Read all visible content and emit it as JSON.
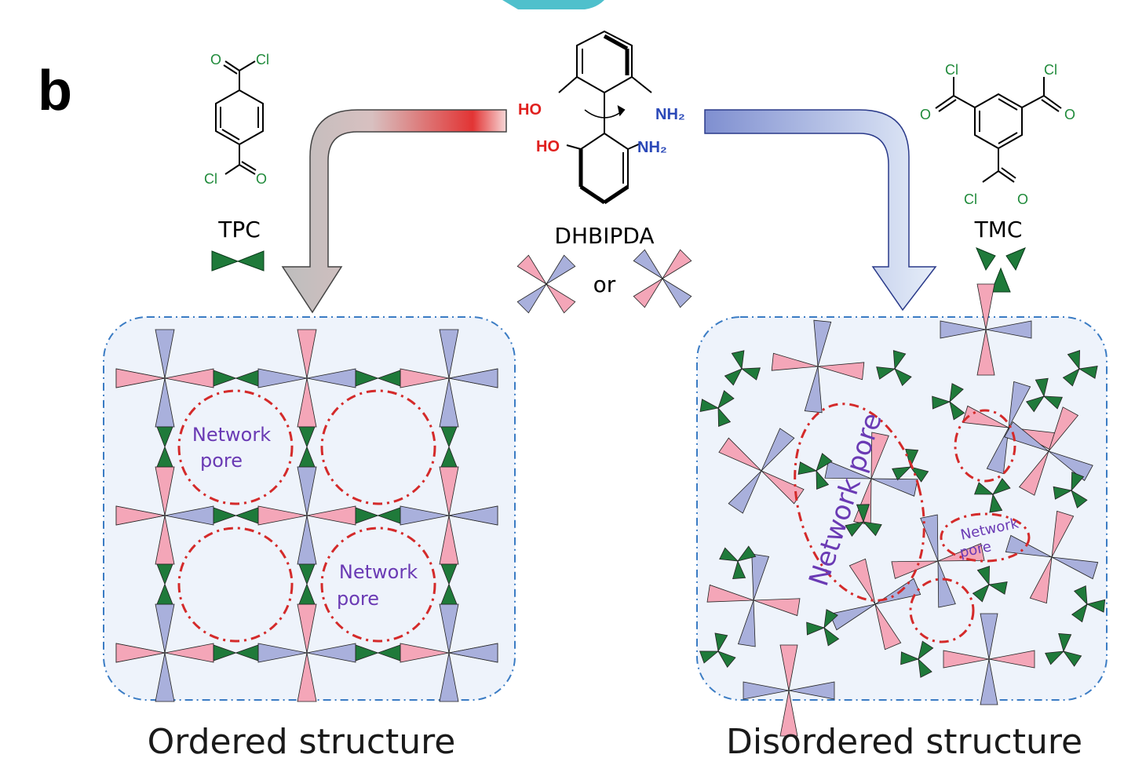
{
  "panel_label": "b",
  "top_center": {
    "ho_top": "HO",
    "nh2_top": "NH₂",
    "ho_bottom": "HO",
    "nh2_bottom": "NH₂",
    "name": "DHBIPDA",
    "or": "or"
  },
  "left_monomer": {
    "cl_top": "Cl",
    "o_top": "O",
    "cl_bottom": "Cl",
    "o_bottom": "O",
    "name": "TPC"
  },
  "right_monomer": {
    "cl_left": "Cl",
    "cl_right": "Cl",
    "o_left": "O",
    "o_right": "O",
    "cl_bottom": "Cl",
    "o_bottom": "O",
    "name": "TMC"
  },
  "ordered": {
    "pore_label_1a": "Network",
    "pore_label_1b": "pore",
    "pore_label_2a": "Network",
    "pore_label_2b": "pore",
    "caption": "Ordered structure"
  },
  "disordered": {
    "pore_label_big": "Network pore",
    "pore_label_small_a": "Network",
    "pore_label_small_b": "pore",
    "caption": "Disordered structure"
  },
  "colors": {
    "pink": "#f4a6b8",
    "blue": "#a9b0dc",
    "green": "#1f7a3a",
    "pore": "#d42a2a",
    "box_border": "#3b7cc4",
    "box_fill": "#eef3fb",
    "label_purple": "#6a3ab4",
    "chem_green": "#1f8a3a",
    "chem_red": "#e0201e",
    "chem_blue": "#2a48b8"
  }
}
